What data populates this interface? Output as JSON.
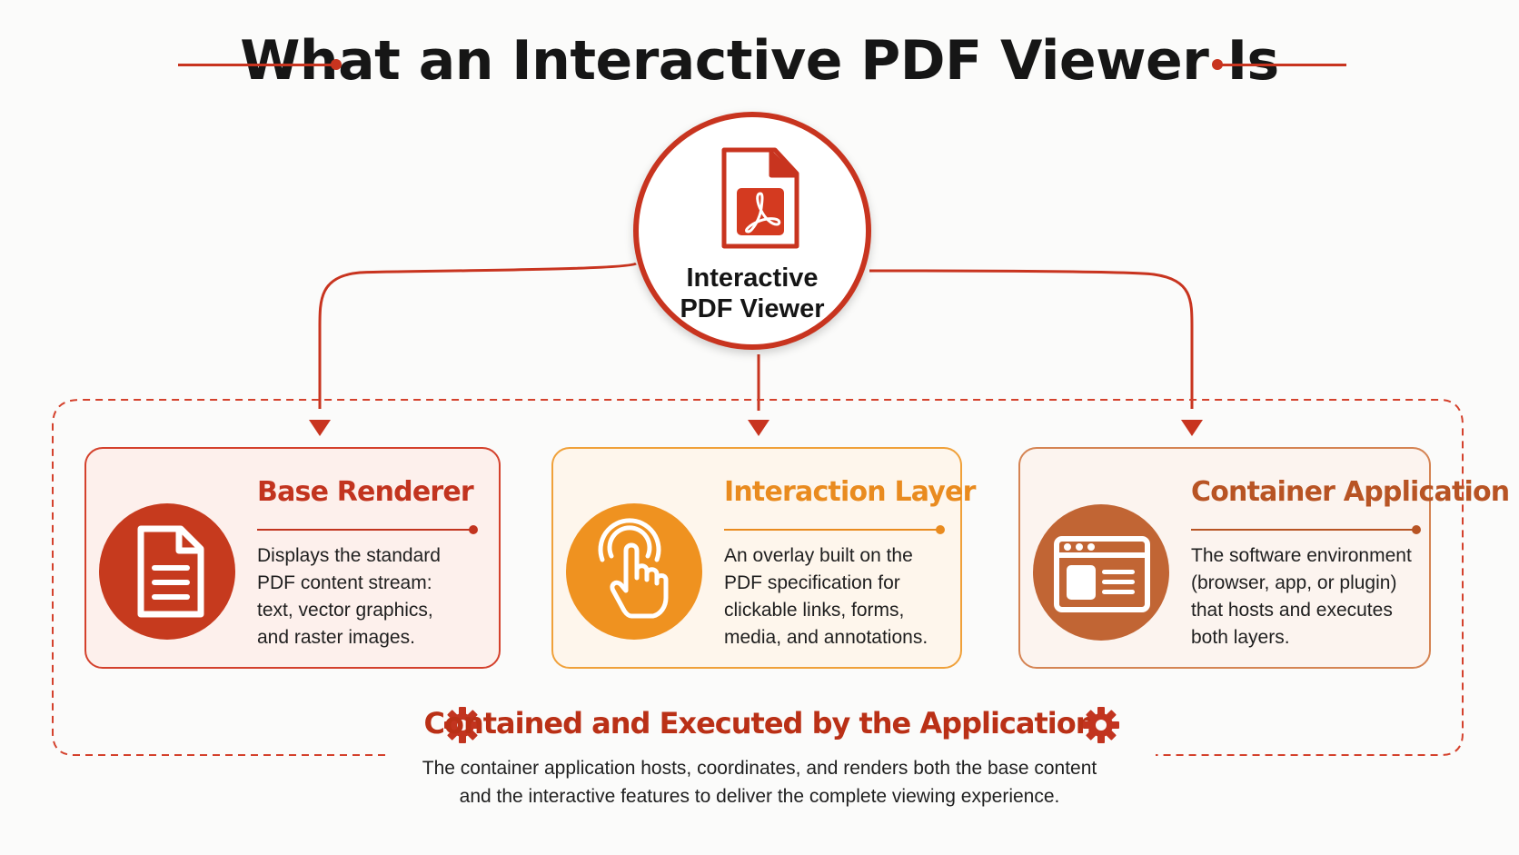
{
  "title": "What an Interactive PDF Viewer Is",
  "hub": {
    "label_line1": "Interactive",
    "label_line2": "PDF Viewer",
    "icon": "pdf-file-icon"
  },
  "cards": [
    {
      "title": "Base Renderer",
      "icon": "document-icon",
      "lines": [
        "Displays the standard",
        "PDF content stream:",
        "text, vector graphics,",
        "and raster images."
      ],
      "color": "#c63a1e"
    },
    {
      "title": "Interaction Layer",
      "icon": "tap-hand-icon",
      "lines": [
        "An overlay built on the",
        "PDF specification for",
        "clickable links, forms,",
        "media, and annotations."
      ],
      "color": "#ef9220"
    },
    {
      "title": "Container Application",
      "icon": "browser-window-icon",
      "lines": [
        "The software environment",
        "(browser, app, or plugin)",
        "that hosts and executes",
        "both layers."
      ],
      "color": "#c16534"
    }
  ],
  "footer": {
    "title": "Contained and Executed by the Application",
    "line1": "The container application hosts, coordinates, and renders both the base content",
    "line2": "and the interactive features to deliver the complete viewing experience.",
    "icon": "gear-icon"
  },
  "colors": {
    "accent": "#c8341f",
    "orange": "#ef9220",
    "brown": "#c16534"
  }
}
